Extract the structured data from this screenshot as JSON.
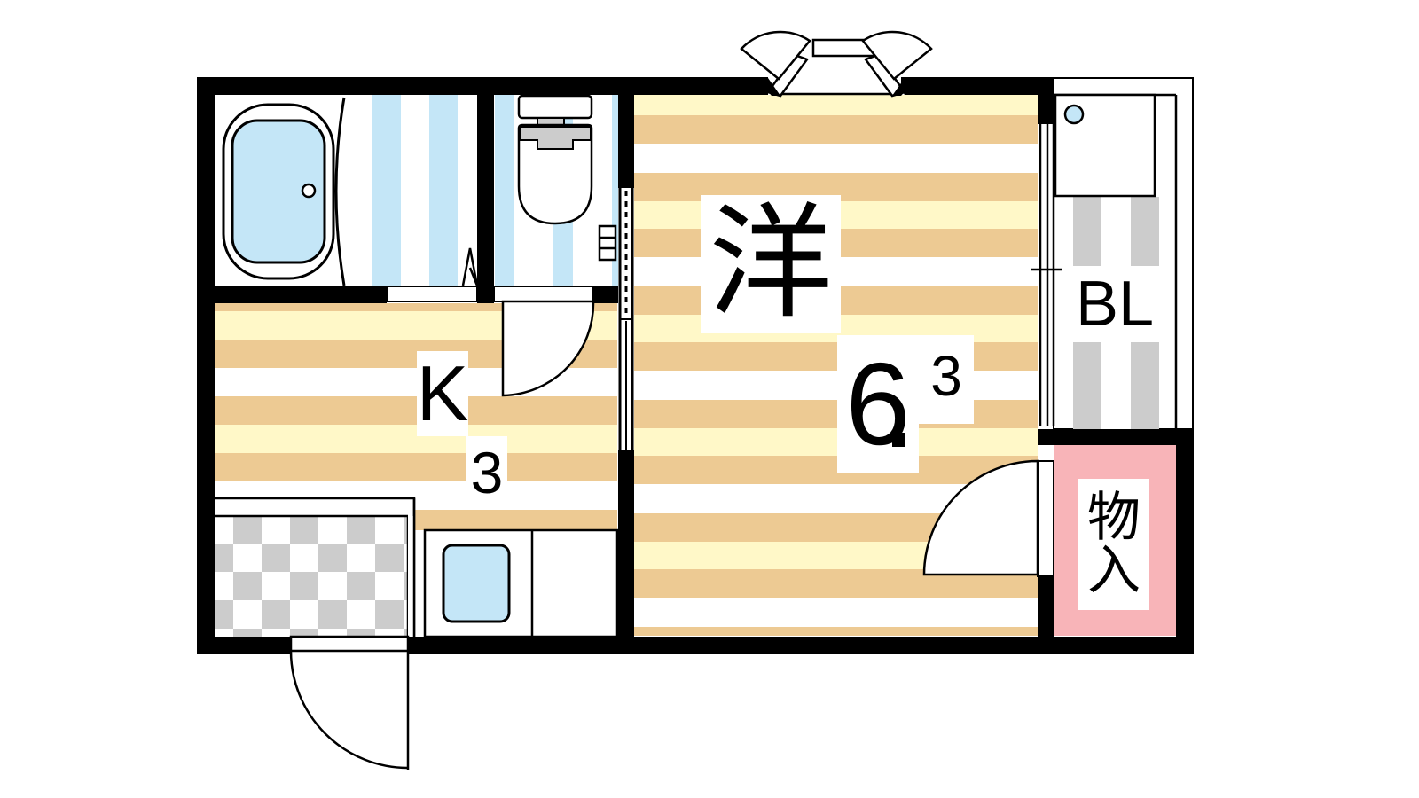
{
  "floor_plan": {
    "layout_type": "1K",
    "rooms": {
      "western": {
        "label": "洋",
        "size_int": "6",
        "size_dec": "3",
        "fill_color_a": "#FFF8C8",
        "fill_color_b": "#EDCA93"
      },
      "kitchen": {
        "label": "K",
        "size": "3"
      },
      "balcony": {
        "label": "BL",
        "stripe_color": "#CCCCCC"
      },
      "storage": {
        "label_top": "物",
        "label_bottom": "入",
        "fill_color": "#F8B4B8"
      },
      "bath": {
        "stripe_color": "#C4E6F7"
      },
      "toilet": {
        "stripe_color": "#C4E6F7"
      },
      "entrance": {
        "tile_color": "#CCCCCC"
      }
    },
    "colors": {
      "wall": "#000000",
      "floor_cream": "#FFF8C8",
      "floor_tan": "#EDCA93",
      "water_blue": "#C4E6F7",
      "storage_pink": "#F8B4B8",
      "grey": "#CCCCCC"
    }
  }
}
